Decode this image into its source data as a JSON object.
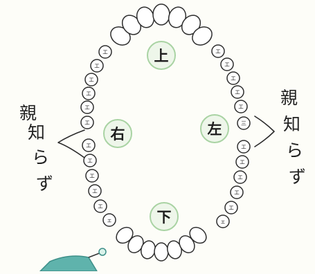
{
  "diagram": {
    "regions": {
      "upper": "上",
      "lower": "下",
      "right": "右",
      "left": "左"
    },
    "wisdom_tooth_label": [
      "親",
      "知",
      "ら",
      "ず"
    ],
    "tooth_marks": {
      "upper_left": [
        "エ",
        "エ",
        "エ",
        "エ",
        "エ",
        "三"
      ],
      "lower_left": [
        "エ",
        "エ",
        "エ",
        "エ",
        "エ",
        "ェ"
      ],
      "upper_right": [
        "エ",
        "エ",
        "エ",
        "エ",
        "エ",
        "エ"
      ],
      "lower_right": [
        "エ",
        "エ",
        "エ",
        "エ",
        "エ",
        "ェ"
      ]
    },
    "colors": {
      "outline": "#2e2e2e",
      "halo": "#a9d3a3",
      "tool": "#4fa8a1"
    }
  }
}
